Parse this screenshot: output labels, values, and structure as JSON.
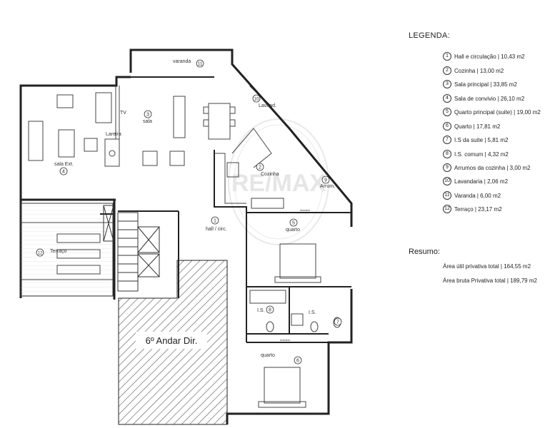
{
  "legend": {
    "title": "LEGENDA:",
    "items": [
      {
        "num": "1",
        "label": "Hall e circulação |  10,43 m2"
      },
      {
        "num": "2",
        "label": "Cozinha |  13,00 m2"
      },
      {
        "num": "3",
        "label": "Sala principal |  33,85 m2"
      },
      {
        "num": "4",
        "label": "Sala de convivio |  26,10 m2"
      },
      {
        "num": "5",
        "label": "Quarto principal (suite) |  19,00 m2"
      },
      {
        "num": "6",
        "label": "Quarto |  17,81 m2"
      },
      {
        "num": "7",
        "label": "I.S da suite |  5,81 m2"
      },
      {
        "num": "8",
        "label": "I.S. comum |  4,32 m2"
      },
      {
        "num": "9",
        "label": "Arrumos da cozinha |  3,00 m2"
      },
      {
        "num": "10",
        "label": "Lavandaria |  2,06 m2"
      },
      {
        "num": "11",
        "label": "Varanda |  6,00 m2"
      },
      {
        "num": "12",
        "label": "Terraço |  23,17 m2"
      }
    ]
  },
  "summary": {
    "title": "Resumo:",
    "util": "Área útil privativa total |  164,55 m2",
    "bruta": "Área bruta Privativa total |  189,79 m2"
  },
  "plan": {
    "rooms": {
      "varanda": "varanda",
      "sala": "sala",
      "lareira": "Lareira",
      "tv": "TV",
      "sala_ext": "sala Ext.",
      "lavand": "Lavand.",
      "cozinha": "Cozinha",
      "arrum": "Arrum.",
      "hall": "hall / circ.",
      "quarto5": "quarto",
      "terraco": "Terraço",
      "is8": "I.S.",
      "is7": "I.S.",
      "quarto6": "quarto",
      "armario1": "Armário",
      "armario2": "Armário",
      "neighbor": "6º Andar Dir."
    },
    "nums": {
      "n11": "11",
      "n3": "3",
      "n4": "4",
      "n10": "10",
      "n2": "2",
      "n9": "9",
      "n1": "1",
      "n5": "5",
      "n12": "12",
      "n8": "8",
      "n7": "7",
      "n6": "6"
    },
    "watermark": "RE/MAX"
  }
}
